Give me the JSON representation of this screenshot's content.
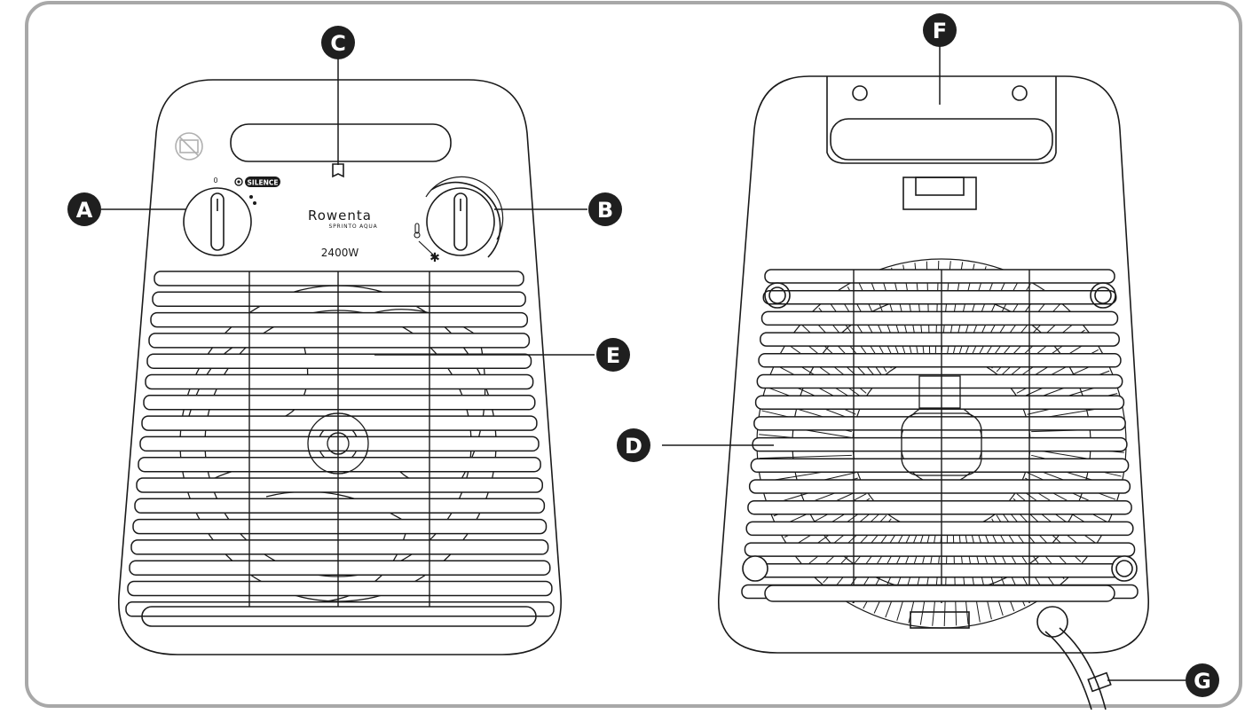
{
  "diagram": {
    "brand": "Rowenta",
    "model": "SPRINTO AQUA",
    "power": "2400W",
    "dial_zero": "0",
    "silence_label": "SILENCE",
    "snowflake": "✱",
    "callouts": {
      "A": "A",
      "B": "B",
      "C": "C",
      "D": "D",
      "E": "E",
      "F": "F",
      "G": "G"
    }
  },
  "colors": {
    "frame": "#a8a8a8",
    "line": "#1a1a1a",
    "callout_fill": "#1f1f1f",
    "callout_text": "#ffffff",
    "background": "#ffffff"
  }
}
